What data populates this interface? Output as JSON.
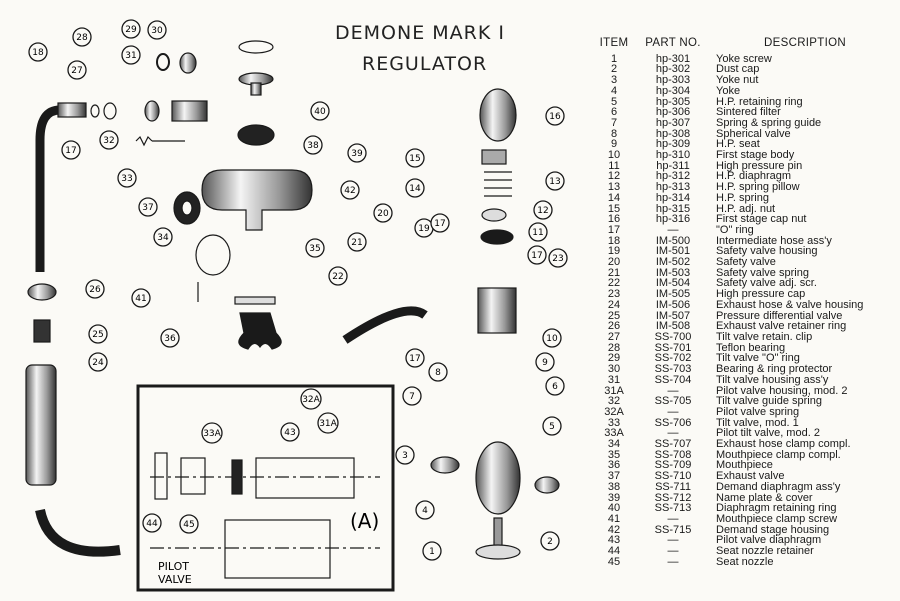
{
  "title": {
    "line1": "DEMONE MARK I",
    "line2": "REGULATOR"
  },
  "inset": {
    "label": "(A)",
    "pilot_label_1": "PILOT",
    "pilot_label_2": "VALVE"
  },
  "callouts": [
    "1",
    "2",
    "3",
    "4",
    "5",
    "6",
    "7",
    "8",
    "9",
    "10",
    "11",
    "12",
    "13",
    "14",
    "15",
    "16",
    "17",
    "18",
    "19",
    "20",
    "21",
    "22",
    "23",
    "24",
    "25",
    "26",
    "27",
    "28",
    "29",
    "30",
    "31",
    "32",
    "33",
    "34",
    "35",
    "36",
    "37",
    "38",
    "39",
    "40",
    "41",
    "42",
    "31A",
    "32A",
    "33A",
    "43",
    "44",
    "45"
  ],
  "parts_list": {
    "headers": {
      "item": "ITEM",
      "part_no": "PART NO.",
      "description": "DESCRIPTION"
    },
    "rows": [
      {
        "item": "1",
        "part_no": "hp-301",
        "description": "Yoke screw"
      },
      {
        "item": "2",
        "part_no": "hp-302",
        "description": "Dust cap"
      },
      {
        "item": "3",
        "part_no": "hp-303",
        "description": "Yoke nut"
      },
      {
        "item": "4",
        "part_no": "hp-304",
        "description": "Yoke"
      },
      {
        "item": "5",
        "part_no": "hp-305",
        "description": "H.P. retaining ring"
      },
      {
        "item": "6",
        "part_no": "hp-306",
        "description": "Sintered filter"
      },
      {
        "item": "7",
        "part_no": "hp-307",
        "description": "Spring & spring guide"
      },
      {
        "item": "8",
        "part_no": "hp-308",
        "description": "Spherical valve"
      },
      {
        "item": "9",
        "part_no": "hp-309",
        "description": "H.P. seat"
      },
      {
        "item": "10",
        "part_no": "hp-310",
        "description": "First stage body"
      },
      {
        "item": "11",
        "part_no": "hp-311",
        "description": "High pressure pin"
      },
      {
        "item": "12",
        "part_no": "hp-312",
        "description": "H.P. diaphragm"
      },
      {
        "item": "13",
        "part_no": "hp-313",
        "description": "H.P. spring pillow"
      },
      {
        "item": "14",
        "part_no": "hp-314",
        "description": "H.P. spring"
      },
      {
        "item": "15",
        "part_no": "hp-315",
        "description": "H.P. adj. nut"
      },
      {
        "item": "16",
        "part_no": "hp-316",
        "description": "First stage cap nut"
      },
      {
        "item": "17",
        "part_no": "—",
        "description": "\"O\" ring"
      },
      {
        "item": "18",
        "part_no": "IM-500",
        "description": "Intermediate hose ass'y"
      },
      {
        "item": "19",
        "part_no": "IM-501",
        "description": "Safety valve housing"
      },
      {
        "item": "20",
        "part_no": "IM-502",
        "description": "Safety valve"
      },
      {
        "item": "21",
        "part_no": "IM-503",
        "description": "Safety valve spring"
      },
      {
        "item": "22",
        "part_no": "IM-504",
        "description": "Safety valve adj. scr."
      },
      {
        "item": "23",
        "part_no": "IM-505",
        "description": "High pressure cap"
      },
      {
        "item": "24",
        "part_no": "IM-506",
        "description": "Exhaust hose & valve housing"
      },
      {
        "item": "25",
        "part_no": "IM-507",
        "description": "Pressure differential valve"
      },
      {
        "item": "26",
        "part_no": "IM-508",
        "description": "Exhaust valve retainer ring"
      },
      {
        "item": "27",
        "part_no": "SS-700",
        "description": "Tilt valve retain. clip"
      },
      {
        "item": "28",
        "part_no": "SS-701",
        "description": "Teflon bearing"
      },
      {
        "item": "29",
        "part_no": "SS-702",
        "description": "Tilt valve \"O\" ring"
      },
      {
        "item": "30",
        "part_no": "SS-703",
        "description": "Bearing & ring protector"
      },
      {
        "item": "31",
        "part_no": "SS-704",
        "description": "Tilt valve housing ass'y"
      },
      {
        "item": "31A",
        "part_no": "—",
        "description": "Pilot valve housing, mod. 2"
      },
      {
        "item": "32",
        "part_no": "SS-705",
        "description": "Tilt valve guide spring"
      },
      {
        "item": "32A",
        "part_no": "—",
        "description": "Pilot valve spring"
      },
      {
        "item": "33",
        "part_no": "SS-706",
        "description": "Tilt valve, mod. 1"
      },
      {
        "item": "33A",
        "part_no": "—",
        "description": "Pilot tilt valve, mod. 2"
      },
      {
        "item": "34",
        "part_no": "SS-707",
        "description": "Exhaust hose clamp compl."
      },
      {
        "item": "35",
        "part_no": "SS-708",
        "description": "Mouthpiece clamp compl."
      },
      {
        "item": "36",
        "part_no": "SS-709",
        "description": "Mouthpiece"
      },
      {
        "item": "37",
        "part_no": "SS-710",
        "description": "Exhaust valve"
      },
      {
        "item": "38",
        "part_no": "SS-711",
        "description": "Demand diaphragm ass'y"
      },
      {
        "item": "39",
        "part_no": "SS-712",
        "description": "Name plate & cover"
      },
      {
        "item": "40",
        "part_no": "SS-713",
        "description": "Diaphragm retaining ring"
      },
      {
        "item": "41",
        "part_no": "—",
        "description": "Mouthpiece clamp screw"
      },
      {
        "item": "42",
        "part_no": "SS-715",
        "description": "Demand stage housing"
      },
      {
        "item": "43",
        "part_no": "—",
        "description": "Pilot valve diaphragm"
      },
      {
        "item": "44",
        "part_no": "—",
        "description": "Seat nozzle retainer"
      },
      {
        "item": "45",
        "part_no": "—",
        "description": "Seat nozzle"
      }
    ]
  }
}
